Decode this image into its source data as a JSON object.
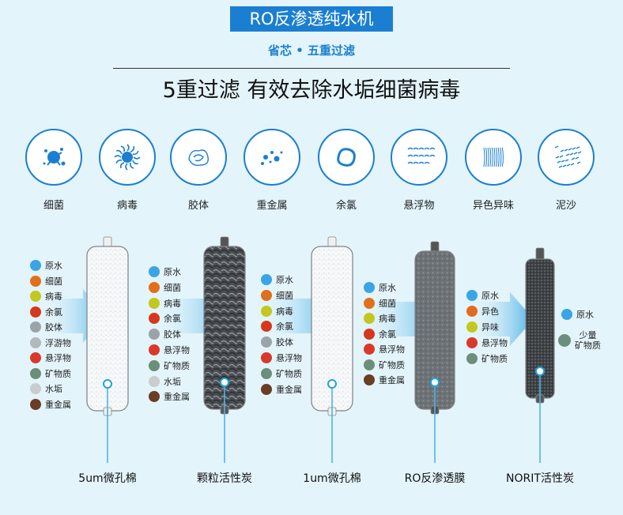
{
  "header": {
    "title": "RO反渗透纯水机",
    "subtitle": "省芯 • 五重过滤",
    "headline": "5重过滤 有效去除水垢细菌病毒"
  },
  "contaminants": [
    {
      "label": "细菌",
      "icon": "bacteria-splash-icon"
    },
    {
      "label": "病毒",
      "icon": "virus-icon"
    },
    {
      "label": "胶体",
      "icon": "colloid-swirl-icon"
    },
    {
      "label": "重金属",
      "icon": "heavy-metal-particles-icon"
    },
    {
      "label": "余氯",
      "icon": "chlorine-ring-icon"
    },
    {
      "label": "悬浮物",
      "icon": "suspended-matter-icon"
    },
    {
      "label": "异色异味",
      "icon": "color-odor-lines-icon"
    },
    {
      "label": "泥沙",
      "icon": "sediment-specks-icon"
    }
  ],
  "stages": [
    {
      "label": "5um微孔棉",
      "items": [
        "原水",
        "细菌",
        "病毒",
        "余氯",
        "胶体",
        "浮游物",
        "悬浮物",
        "矿物质",
        "水垢",
        "重金属"
      ]
    },
    {
      "label": "颗粒活性炭",
      "items": [
        "原水",
        "细菌",
        "病毒",
        "余氯",
        "胶体",
        "悬浮物",
        "矿物质",
        "水垢",
        "重金属"
      ]
    },
    {
      "label": "1um微孔棉",
      "items": [
        "原水",
        "细菌",
        "病毒",
        "余氯",
        "胶体",
        "悬浮物",
        "矿物质",
        "重金属"
      ]
    },
    {
      "label": "RO反渗透膜",
      "items": [
        "原水",
        "细菌",
        "病毒",
        "余氯",
        "悬浮物",
        "矿物质",
        "重金属"
      ]
    },
    {
      "label": "NORIT活性炭",
      "items": [
        "原水",
        "异色",
        "异味",
        "悬浮物",
        "矿物质"
      ]
    }
  ],
  "output": {
    "items": [
      "原水",
      "少量",
      "矿物质"
    ]
  },
  "colors": {
    "accent": "#1b7fd1",
    "background": "#e3f4fb",
    "arrow": "#4fb8ea"
  }
}
